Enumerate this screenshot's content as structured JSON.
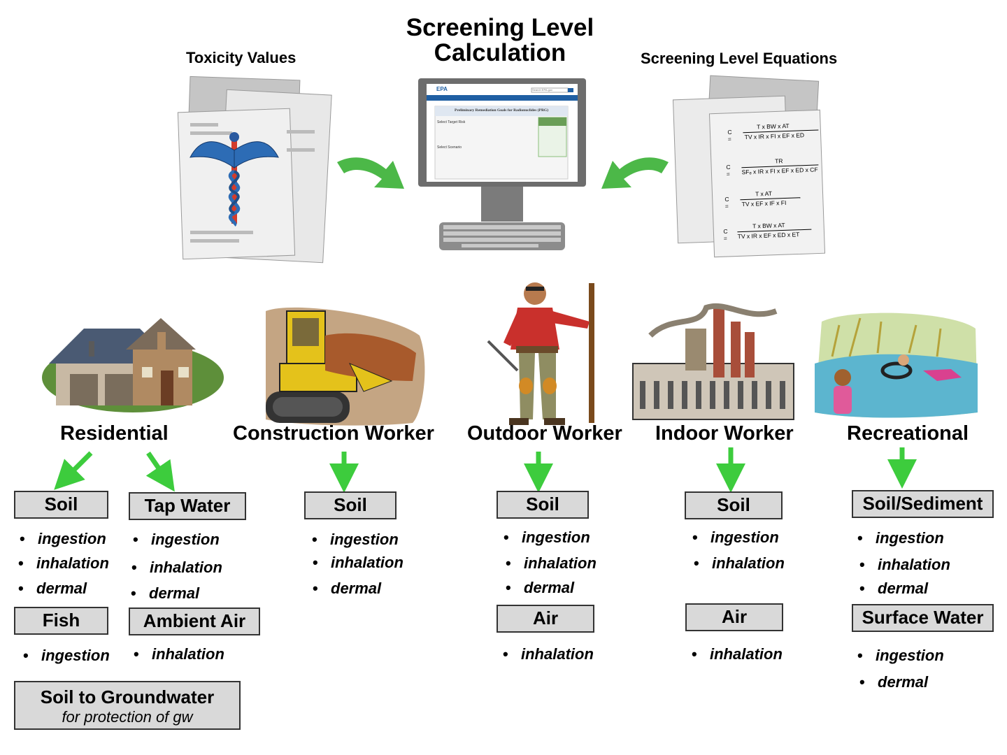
{
  "title": "Screening Level Calculation",
  "top_labels": {
    "toxicity_values": "Toxicity Values",
    "screening_equations": "Screening Level Equations"
  },
  "equations": [
    {
      "num": "T x BW x AT",
      "den": "TV x IR x FI x EF x ED"
    },
    {
      "num": "TR",
      "den": "SFₑ x IR x FI x EF x ED x CF"
    },
    {
      "num": "T x AT",
      "den": "TV x EF x IF x FI"
    },
    {
      "num": "T x BW x AT",
      "den": "TV x IR x EF x ED x ET"
    }
  ],
  "equation_lhs": "C =",
  "screen": {
    "logo": "EPA",
    "heading": "Preliminary Remediation Goals for Radionuclides (PRG)",
    "target_risk": "Select Target Risk",
    "scenario": "Select Scenario",
    "search": "Search EPA.gov"
  },
  "scenarios": {
    "residential": "Residential",
    "construction": "Construction Worker",
    "outdoor": "Outdoor Worker",
    "indoor": "Indoor Worker",
    "recreational": "Recreational"
  },
  "boxes": {
    "res_soil": "Soil",
    "res_tap_water": "Tap Water",
    "res_fish": "Fish",
    "res_ambient_air": "Ambient Air",
    "res_soil_gw": "Soil to Groundwater",
    "res_soil_gw_note": "for protection of gw",
    "con_soil": "Soil",
    "out_soil": "Soil",
    "out_air": "Air",
    "ind_soil": "Soil",
    "ind_air": "Air",
    "rec_soil_sediment": "Soil/Sediment",
    "rec_surface_water": "Surface Water"
  },
  "pathways": {
    "res_soil": [
      "ingestion",
      "inhalation",
      "dermal"
    ],
    "res_tap": [
      "ingestion",
      "inhalation",
      "dermal"
    ],
    "res_fish": [
      "ingestion"
    ],
    "res_air": [
      "inhalation"
    ],
    "con_soil": [
      "ingestion",
      "inhalation",
      "dermal"
    ],
    "out_soil": [
      "ingestion",
      "inhalation",
      "dermal"
    ],
    "out_air": [
      "inhalation"
    ],
    "ind_soil": [
      "ingestion",
      "inhalation"
    ],
    "ind_air": [
      "inhalation"
    ],
    "rec_soil": [
      "ingestion",
      "inhalation",
      "dermal"
    ],
    "rec_water": [
      "ingestion",
      "dermal"
    ]
  },
  "colors": {
    "arrow_green": "#3dcc3d",
    "box_fill": "#d9d9d9",
    "curved_arrow": "#4cb848"
  },
  "bullet": "•"
}
